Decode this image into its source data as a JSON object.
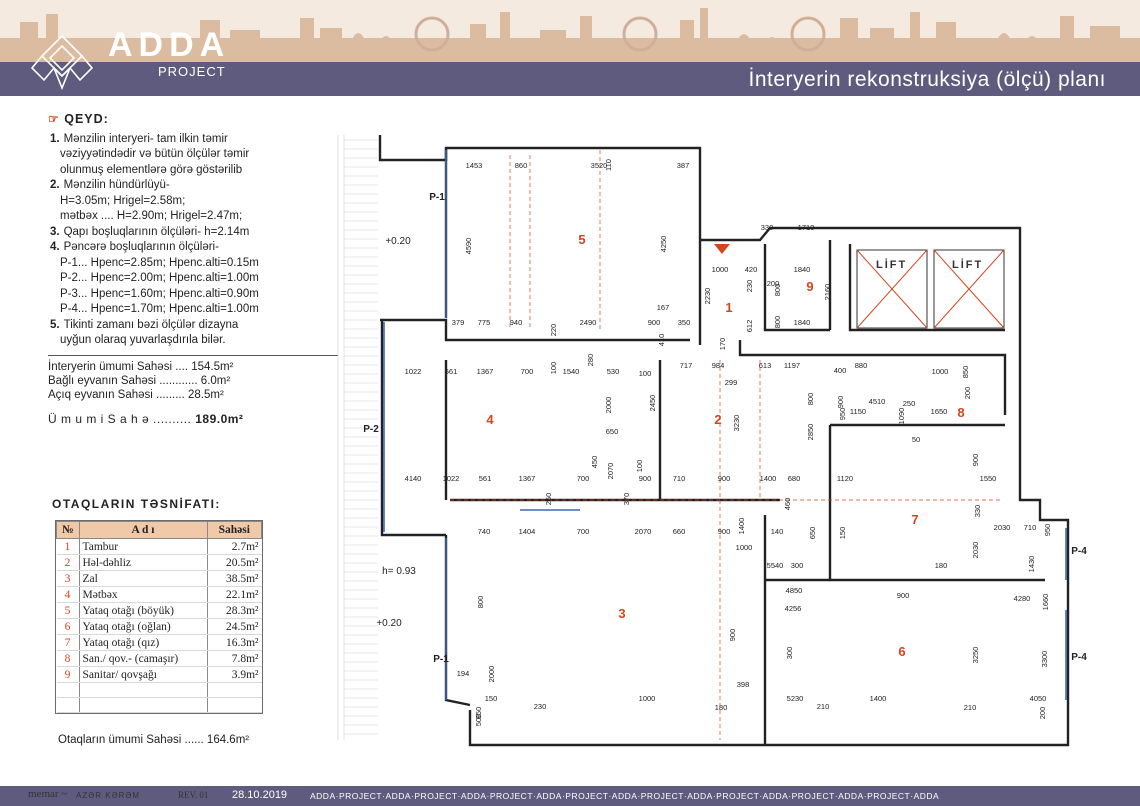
{
  "header": {
    "brand": "ADDA",
    "brand_sub": "PROJECT",
    "title": "İnteryerin rekonstruksiya (ölçü) planı"
  },
  "notes": {
    "heading": "QEYD:",
    "items": [
      {
        "num": "1.",
        "lines": [
          "Mənzilin interyeri- tam ilkin təmir",
          "vəziyyətindədir və bütün ölçülər təmir",
          "olunmuş elementlərə görə göstərilib"
        ]
      },
      {
        "num": "2.",
        "lines": [
          "Mənzilin hündürlüyü-",
          "H=3.05m; Hrigel=2.58m;",
          "mətbəx .... H=2.90m; Hrigel=2.47m;"
        ]
      },
      {
        "num": "3.",
        "lines": [
          "Qapı boşluqlarının ölçüləri- h=2.14m"
        ]
      },
      {
        "num": "4.",
        "lines": [
          "Pəncərə boşluqlarının ölçüləri-",
          "P-1... Hpenc=2.85m; Hpenc.alti=0.15m",
          "P-2... Hpenc=2.00m; Hpenc.alti=1.00m",
          "P-3... Hpenc=1.60m; Hpenc.alti=0.90m",
          "P-4... Hpenc=1.70m; Hpenc.alti=1.00m"
        ]
      },
      {
        "num": "5.",
        "lines": [
          "Tikinti zamanı bəzi ölçülər dizayna",
          "uyğun olaraq yuvarlaşdırıla bilər."
        ]
      }
    ],
    "areas": [
      {
        "label": "İnteryerin ümumi Sahəsi ....",
        "value": "154.5m²"
      },
      {
        "label": "Bağlı eyvanın Sahəsi ............",
        "value": "6.0m²"
      },
      {
        "label": "Açıq eyvanın Sahəsi .........",
        "value": "28.5m²"
      }
    ],
    "total_label": "Ü m u m i    S a h ə ..........",
    "total_value": "189.0m²"
  },
  "rooms": {
    "heading": "OTAQLARIN TƏSNİFATI:",
    "col_num": "№",
    "col_name": "A d ı",
    "col_area": "Sahəsi",
    "rows": [
      {
        "num": "1",
        "name": "Tambur",
        "area": "2.7m²"
      },
      {
        "num": "2",
        "name": "Həl-dəhliz",
        "area": "20.5m²"
      },
      {
        "num": "3",
        "name": "Zal",
        "area": "38.5m²"
      },
      {
        "num": "4",
        "name": "Mətbəx",
        "area": "22.1m²"
      },
      {
        "num": "5",
        "name": "Yataq otağı (böyük)",
        "area": "28.3m²"
      },
      {
        "num": "6",
        "name": "Yataq otağı (oğlan)",
        "area": "24.5m²"
      },
      {
        "num": "7",
        "name": "Yataq otağı (qız)",
        "area": "16.3m²"
      },
      {
        "num": "8",
        "name": "San./ qov.- (camaşır)",
        "area": "7.8m²"
      },
      {
        "num": "9",
        "name": "Sanitar/ qovşağı",
        "area": "3.9m²"
      }
    ],
    "total": "Otaqların ümumi Sahəsi ...... 164.6m²"
  },
  "plan": {
    "room_numbers": [
      "1",
      "2",
      "3",
      "4",
      "5",
      "6",
      "7",
      "8",
      "9"
    ],
    "lift_label": "LİFT",
    "windows": [
      "P-1",
      "P-2",
      "P-1",
      "P-4",
      "P-4"
    ],
    "levels": [
      "+0.20",
      "+0.20",
      "h= 0.93"
    ],
    "dims": [
      "1453",
      "860",
      "3520",
      "110",
      "387",
      "4590",
      "4250",
      "167",
      "379",
      "775",
      "940",
      "220",
      "2490",
      "900",
      "410",
      "350",
      "2230",
      "330",
      "1710",
      "1000",
      "420",
      "1840",
      "230",
      "800",
      "200",
      "2160",
      "612",
      "1840",
      "800",
      "170",
      "1022",
      "561",
      "1367",
      "700",
      "100",
      "1540",
      "530",
      "280",
      "100",
      "717",
      "984",
      "299",
      "613",
      "1197",
      "400",
      "880",
      "2450",
      "2000",
      "650",
      "3230",
      "800",
      "900",
      "1000",
      "850",
      "4510",
      "950",
      "250",
      "200",
      "1650",
      "2850",
      "1150",
      "1090",
      "50",
      "4140",
      "1022",
      "561",
      "1367",
      "700",
      "2070",
      "450",
      "100",
      "900",
      "710",
      "900",
      "1400",
      "680",
      "1120",
      "900",
      "1550",
      "260",
      "370",
      "460",
      "740",
      "1404",
      "700",
      "2070",
      "660",
      "900",
      "1400",
      "140",
      "330",
      "650",
      "2030",
      "710",
      "950",
      "1000",
      "150",
      "2030",
      "1430",
      "180",
      "5540",
      "300",
      "900",
      "4280",
      "1660",
      "800",
      "4256",
      "900",
      "4850",
      "300",
      "3250",
      "3300",
      "2000",
      "194",
      "398",
      "150",
      "1000",
      "5230",
      "1400",
      "4050",
      "950",
      "500",
      "230",
      "180",
      "210",
      "210",
      "200",
      "700"
    ]
  },
  "footer": {
    "architect_label": "memar ~",
    "architect_name": "AZƏR KƏRƏM",
    "rev": "REV. 01",
    "date": "28.10.2019",
    "band": "ADDA·PROJECT·ADDA·PROJECT·ADDA·PROJECT·ADDA·PROJECT·ADDA·PROJECT·ADDA·PROJECT·ADDA·PROJECT·ADDA·PROJECT·ADDA"
  },
  "colors": {
    "accent": "#5e5b7e",
    "skyline": "#c9a78a",
    "room_number": "#d2461e",
    "table_head": "#efc9a8",
    "wall": "#222222",
    "window": "#3d67b5"
  }
}
